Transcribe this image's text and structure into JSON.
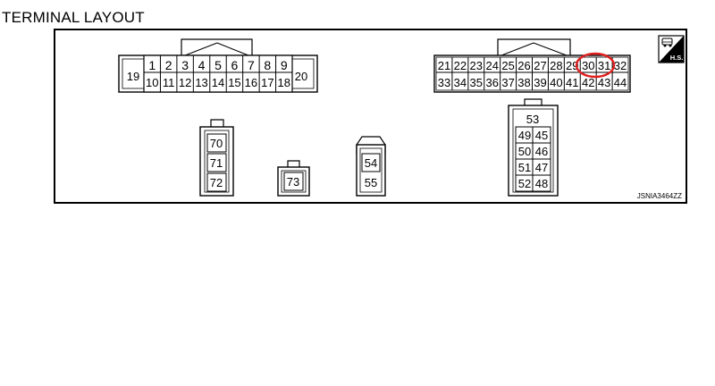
{
  "title": "TERMINAL LAYOUT",
  "figure_code": "JSNIA3464ZZ",
  "badge": {
    "label": "H.S.",
    "icon": "vehicle-icon"
  },
  "highlight": {
    "terminals": [
      "30",
      "31"
    ],
    "color": "#e02020"
  },
  "connectors": {
    "left_large": {
      "side_left": "19",
      "side_right": "20",
      "top_row": [
        "1",
        "2",
        "3",
        "4",
        "5",
        "6",
        "7",
        "8",
        "9"
      ],
      "bottom_row": [
        "10",
        "11",
        "12",
        "13",
        "14",
        "15",
        "16",
        "17",
        "18"
      ]
    },
    "right_large": {
      "top_row": [
        "21",
        "22",
        "23",
        "24",
        "25",
        "26",
        "27",
        "28",
        "29",
        "30",
        "31",
        "32"
      ],
      "bottom_row": [
        "33",
        "34",
        "35",
        "36",
        "37",
        "38",
        "39",
        "40",
        "41",
        "42",
        "43",
        "44"
      ]
    },
    "three_pin": [
      "70",
      "71",
      "72"
    ],
    "single_pin": [
      "73"
    ],
    "two_pin": [
      "54",
      "55"
    ],
    "nine_pin": {
      "top": "53",
      "left_col": [
        "49",
        "50",
        "51",
        "52"
      ],
      "right_col": [
        "45",
        "46",
        "47",
        "48"
      ]
    }
  }
}
